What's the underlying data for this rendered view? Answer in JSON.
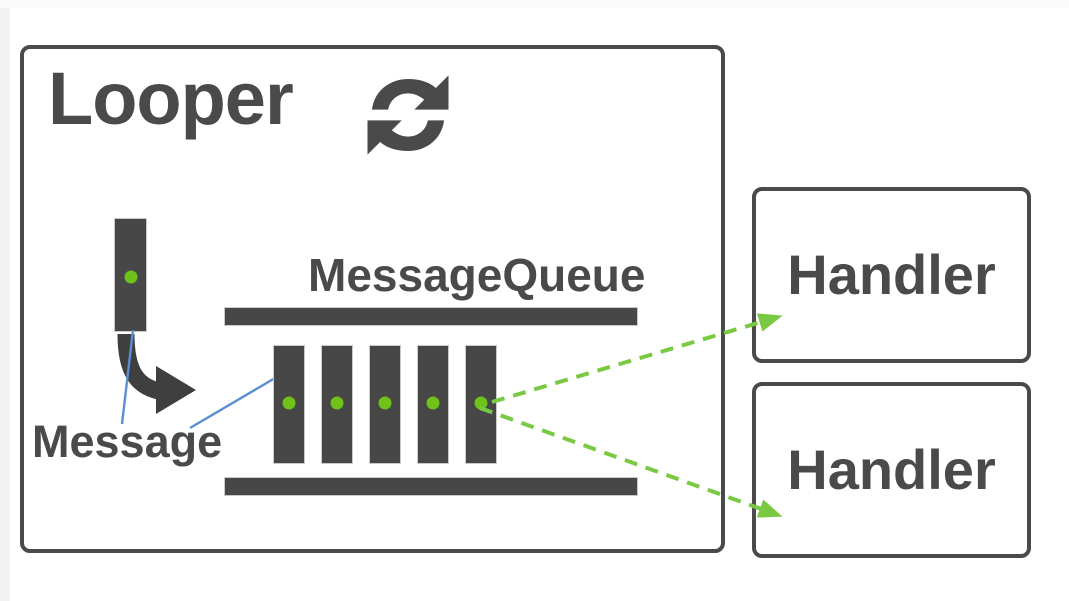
{
  "diagram": {
    "title": "Looper",
    "type": "architecture-diagram",
    "colors": {
      "outline": "#4a4a4a",
      "block_fill": "#474747",
      "message_dot": "#6ec31a",
      "dispatch_arrow": "#7ac943",
      "leader_line": "#5b8fd4",
      "background": "#ffffff"
    }
  },
  "looper": {
    "title": "Looper",
    "icon": "loop-refresh-icon"
  },
  "message": {
    "label": "Message",
    "pending_block": {
      "has_dot": true
    }
  },
  "message_queue": {
    "label": "MessageQueue",
    "rails": [
      {
        "position": "top"
      },
      {
        "position": "bottom"
      }
    ],
    "slots": [
      {
        "index": 1,
        "has_message": true
      },
      {
        "index": 2,
        "has_message": true
      },
      {
        "index": 3,
        "has_message": true
      },
      {
        "index": 4,
        "has_message": true
      },
      {
        "index": 5,
        "has_message": true
      }
    ],
    "slot_count": 5
  },
  "handlers": [
    {
      "label": "Handler"
    },
    {
      "label": "Handler"
    }
  ],
  "connections": {
    "leader_lines": [
      {
        "from": "message-label",
        "to": "pending-message-block"
      },
      {
        "from": "message-label",
        "to": "queue-slot-1"
      }
    ],
    "dispatch_arrows": [
      {
        "from": "queue-slot-5",
        "to": "handler-1"
      },
      {
        "from": "queue-slot-5",
        "to": "handler-2"
      }
    ],
    "flow_arrow": {
      "from": "pending-message-block",
      "to": "message-queue"
    }
  }
}
